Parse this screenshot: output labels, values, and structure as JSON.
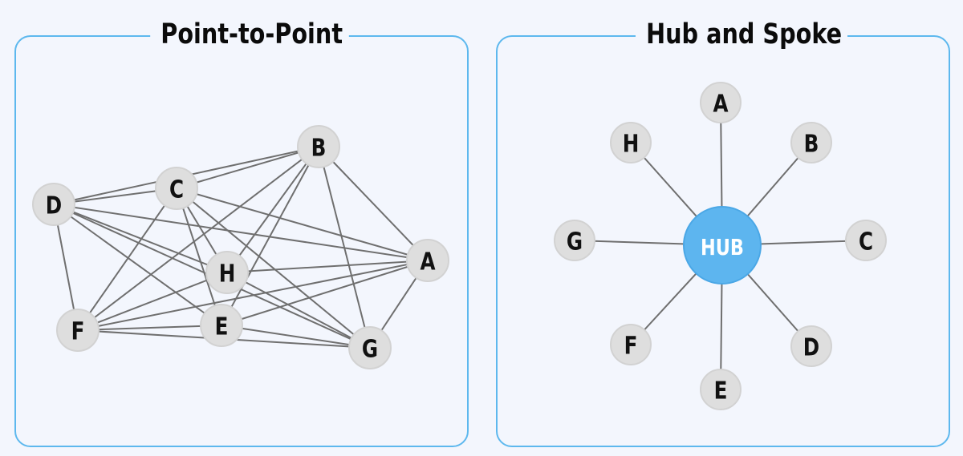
{
  "left_panel": {
    "title": "Point-to-Point",
    "nodes": [
      "A",
      "B",
      "C",
      "D",
      "E",
      "F",
      "G",
      "H"
    ]
  },
  "right_panel": {
    "title": "Hub and Spoke",
    "hub_label": "HUB",
    "spokes": [
      "A",
      "B",
      "C",
      "D",
      "E",
      "F",
      "G",
      "H"
    ]
  },
  "colors": {
    "panel_border": "#5db8ee",
    "hub_fill": "#5db5ef",
    "node_fill": "#dedede",
    "edge": "#6f6f6f",
    "background": "#f3f6fd"
  }
}
